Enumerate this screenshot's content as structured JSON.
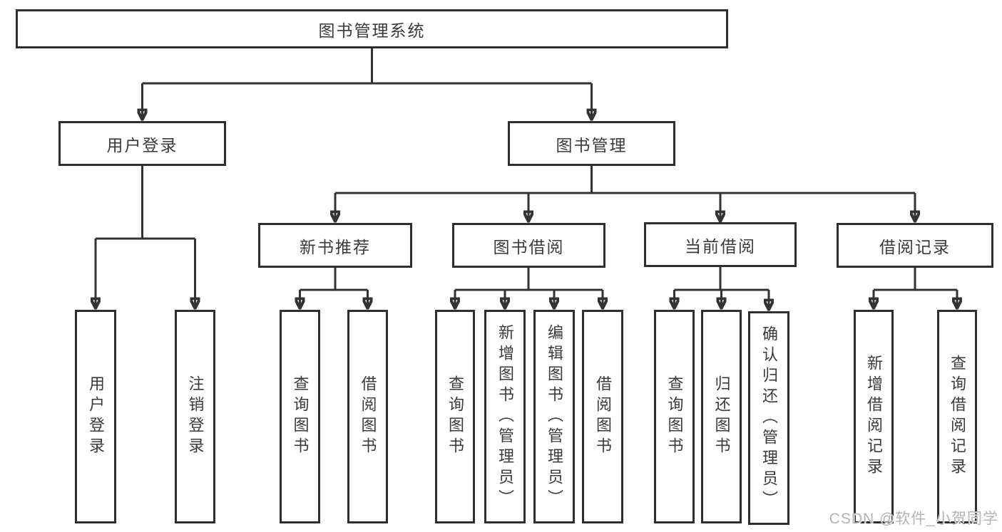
{
  "diagram": {
    "root": "图书管理系统",
    "user_login": {
      "label": "用户登录",
      "children": [
        "用户登录",
        "注销登录"
      ]
    },
    "book_mgmt": {
      "label": "图书管理"
    },
    "sections": [
      {
        "label": "新书推荐",
        "children": [
          "查询图书",
          "借阅图书"
        ]
      },
      {
        "label": "图书借阅",
        "children": [
          "查询图书",
          "新增图书（管理员）",
          "编辑图书（管理员）",
          "借阅图书"
        ]
      },
      {
        "label": "当前借阅",
        "children": [
          "查询图书",
          "归还图书",
          "确认归还（管理员）"
        ]
      },
      {
        "label": "借阅记录",
        "children": [
          "新增借阅记录",
          "查询借阅记录"
        ]
      }
    ]
  },
  "watermark": "CSDN @软件_小贺同学",
  "colors": {
    "line": "#333333",
    "box_border": "#2e2e2e",
    "box_background": "#ffffff",
    "text": "#3a3a3a",
    "watermark": "#b3b3b3"
  }
}
